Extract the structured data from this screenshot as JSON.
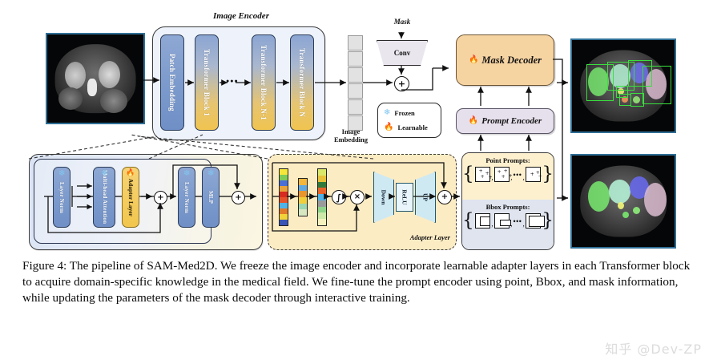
{
  "figure": {
    "image_encoder": {
      "title": "Image Encoder"
    },
    "encoder_blocks": [
      {
        "label": "Patch Embedding",
        "style": "blue-solid"
      },
      {
        "label": "Transformer Block 1",
        "style": "blue-amber"
      },
      {
        "label": "Transformer Block N-1",
        "style": "blue-amber"
      },
      {
        "label": "Transformer Block N",
        "style": "blue-amber"
      }
    ],
    "encoder_ellipsis": "●●●",
    "embedding": {
      "caption_line1": "Image",
      "caption_line2": "Embedding",
      "cells": 6
    },
    "mask_branch": {
      "mask_label": "Mask",
      "conv_label": "Conv",
      "sum_symbol": "+"
    },
    "legend": {
      "frozen_label": "Frozen",
      "frozen_icon": "snowflake-icon",
      "learnable_label": "Learnable",
      "learnable_icon": "flame-icon"
    },
    "mask_decoder": {
      "label": "Mask Decoder",
      "icon": "flame-icon",
      "color": "#f6d4a2"
    },
    "prompt_encoder": {
      "label": "Prompt Encoder",
      "icon": "flame-icon",
      "color": "#e6dfec"
    },
    "prompts": {
      "point_title": "Point Prompts:",
      "bbox_title": "Bbox Prompts:",
      "ellipsis": "•••",
      "comma": ",",
      "brace_open": "{",
      "brace_close": "}"
    },
    "transformer_detail": {
      "blocks": [
        {
          "label": "Layer Norm",
          "icon": "snowflake-icon",
          "style": "blue-solid"
        },
        {
          "label": "Multi-head Attention",
          "icon": "snowflake-icon",
          "style": "blue-solid"
        },
        {
          "label": "Adapter Layer",
          "icon": "flame-icon",
          "style": "amber"
        },
        {
          "label": "Layer Norm",
          "icon": "snowflake-icon",
          "style": "blue-solid"
        },
        {
          "label": "MLP",
          "icon": "snowflake-icon",
          "style": "blue-solid"
        }
      ],
      "sum_symbol": "+"
    },
    "adapter_detail": {
      "title": "Adapter Layer",
      "sigmoid_symbol": "∫",
      "multiply_symbol": "×",
      "sum_symbol": "+",
      "stages": [
        {
          "label": "Down"
        },
        {
          "label": "ReLU"
        },
        {
          "label": "UP"
        }
      ],
      "vector_a": [
        "#f5e63a",
        "#7ecb5a",
        "#4b6fd4",
        "#e8a33d",
        "#d62b1f",
        "#e6532a",
        "#4fb3e8",
        "#e07a2a",
        "#f2d23a",
        "#3a55b5"
      ],
      "vector_b": [
        "#f2b63a",
        "#5fa8e0",
        "#e8952c",
        "#f0cf3a",
        "#9bd6b0",
        "#d7e8c0"
      ],
      "vector_c": [
        "#d9e86a",
        "#e8c23a",
        "#2f7a3a",
        "#e8632a",
        "#4fb3e8",
        "#9a9a9a",
        "#8fd48a",
        "#cde8a8",
        "#f5f2c0"
      ]
    },
    "scans": {
      "input_alt": "abdominal-ct-input",
      "output_boxes_alt": "segmentation-with-bboxes",
      "output_masks_alt": "segmentation-masks"
    }
  },
  "caption": {
    "text": "Figure 4: The pipeline of SAM-Med2D. We freeze the image encoder and incorporate learnable adapter layers in each Transformer block to acquire domain-specific knowledge in the medical field. We fine-tune the prompt encoder using point, Bbox, and mask information, while updating the parameters of the mask decoder through interactive training."
  },
  "watermark": {
    "text": "知乎 @Dev-ZP"
  }
}
